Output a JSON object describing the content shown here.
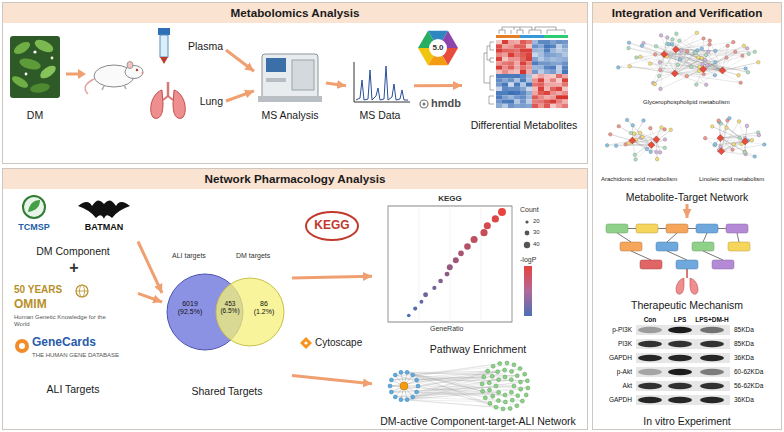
{
  "diagram": {
    "nodes": [
      {
        "text": [
          "Metabolomics Analysis"
        ]
      },
      {
        "text": [
          "DM"
        ],
        "in": 0
      },
      {
        "text": [
          "Plasma"
        ],
        "in": 0
      },
      {
        "text": [
          "Lung"
        ],
        "in": 0
      },
      {
        "text": [
          "MS Analysis"
        ],
        "in": 0
      },
      {
        "text": [
          "MS Data"
        ],
        "in": 0
      },
      {
        "text": [
          "Differential Metabolites"
        ],
        "in": 0
      },
      {
        "text": [
          "Network Pharmacology Analysis"
        ]
      },
      {
        "text": [
          "DM Component"
        ],
        "in": 7
      },
      {
        "text": [
          "ALI Targets"
        ],
        "in": 7
      },
      {
        "text": [
          "Shared Targets"
        ],
        "in": 7
      },
      {
        "text": [
          "Pathway Enrichment"
        ],
        "in": 7
      },
      {
        "text": [
          "DM-active Component-target-ALI Network"
        ],
        "in": 7
      },
      {
        "text": [
          "Integration and Verification"
        ]
      },
      {
        "text": [
          "Metabolite-Target Network"
        ],
        "in": 13
      },
      {
        "text": [
          "Therapeutic Mechanism"
        ],
        "in": 13
      },
      {
        "text": [
          "In vitro Experiment"
        ],
        "in": 13
      }
    ],
    "edges": [
      {
        "from": 2,
        "to": 4,
        "arrow": "to"
      },
      {
        "from": 3,
        "to": 4,
        "arrow": "to"
      },
      {
        "from": 4,
        "to": 5,
        "arrow": "to"
      },
      {
        "from": 5,
        "to": 6,
        "arrow": "to"
      },
      {
        "from": 8,
        "to": 10,
        "arrow": "to"
      },
      {
        "from": 9,
        "to": 10,
        "arrow": "to"
      },
      {
        "from": 10,
        "to": 11,
        "arrow": "to"
      },
      {
        "from": 10,
        "to": 12,
        "arrow": "to"
      },
      {
        "from": 14,
        "to": 15,
        "arrow": "to"
      }
    ],
    "labels": [
      "5.0",
      "hmdb",
      "TCMSP",
      "BATMAN",
      "50 YEARS",
      "OMIM",
      "Human Genetic Knowledge for the World",
      "GeneCards",
      "THE HUMAN GENE DATABASE",
      "+",
      "ALI targets",
      "DM targets",
      "6019 (92.5%)",
      "453 (6.5%)",
      "86 (1.2%)",
      "KEGG",
      "KEGG",
      "Count",
      "20",
      "30",
      "40",
      "-logP",
      "GeneRatio",
      "Cytoscape",
      "Glycerophospholipid metabolism",
      "Arachidonic acid metabolism",
      "Linoleic acid metabolism",
      "Con",
      "LPS",
      "LPS+DM-H",
      "p-PI3K",
      "PI3K",
      "GAPDH",
      "p-Akt",
      "Akt",
      "GAPDH",
      "85KDa",
      "85KDa",
      "36KDa",
      "60-62KDa",
      "56-62KDa",
      "36KDa"
    ]
  }
}
